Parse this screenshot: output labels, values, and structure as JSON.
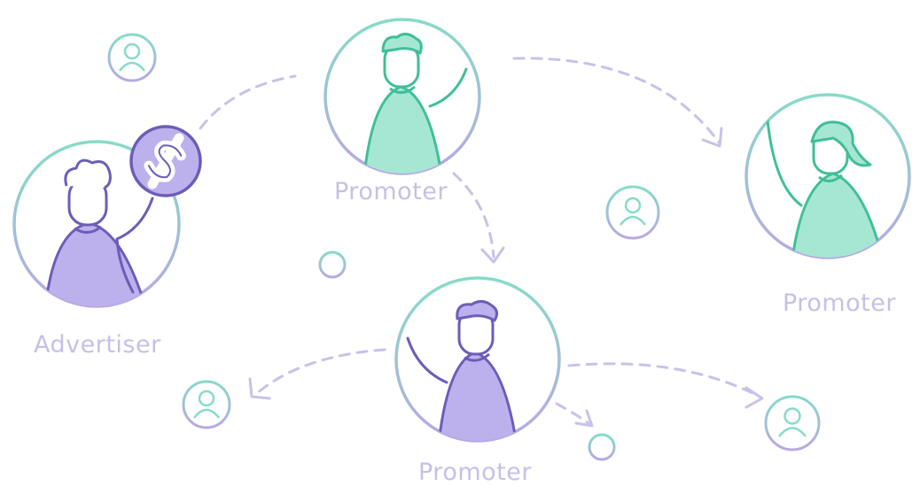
{
  "labels": {
    "advertiser": "Advertiser",
    "promoter_top": "Promoter",
    "promoter_right": "Promoter",
    "promoter_bottom": "Promoter"
  },
  "colors": {
    "ring_teal": "#86dbc9",
    "ring_purple": "#b7a9e2",
    "person_purple_fill": "#bcb1ec",
    "person_purple_stroke": "#6e5cb8",
    "person_green_fill": "#a6e7d3",
    "person_green_stroke": "#3fbf98",
    "coin_fill": "#bcb1ec",
    "arrow": "#c9c1e9",
    "label": "#c6c0e6"
  },
  "icons": [
    "user-icon",
    "coin-dollar-icon",
    "arrow-icon"
  ]
}
